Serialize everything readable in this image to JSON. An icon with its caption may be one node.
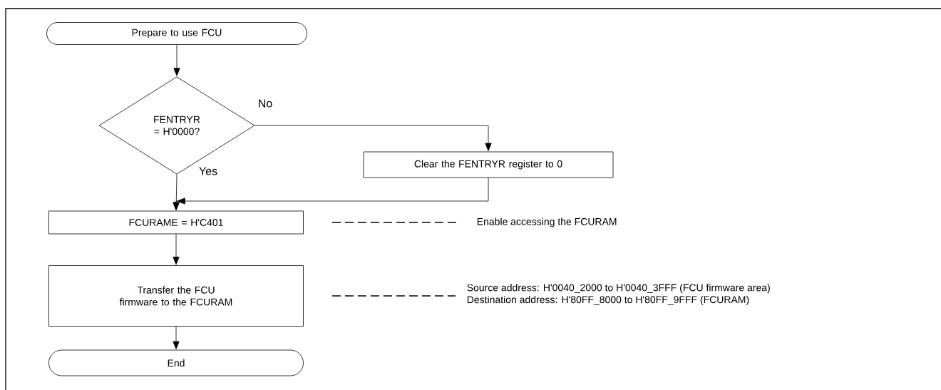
{
  "diagram": {
    "nodes": [
      {
        "text": [
          "Prepare to use FCU"
        ]
      },
      {
        "text": [
          "FENTRYR = H'0000?"
        ]
      },
      {
        "text": [
          "Clear the FENTRYR register to 0"
        ]
      },
      {
        "text": [
          "FCURAME = H'C401"
        ]
      },
      {
        "text": [
          "Transfer the FCU firmware to the FCURAM"
        ]
      },
      {
        "text": [
          "End"
        ]
      },
      {
        "text": [
          "Enable accessing the FCURAM"
        ]
      },
      {
        "text": [
          "Source address: H'0040_2000 to H'0040_3FFF (FCU firmware area)",
          "Destination address: H'80FF_8000 to H'80FF_9FFF (FCURAM)"
        ]
      }
    ],
    "edges": [
      {
        "from": 0,
        "to": 1,
        "arrow": "to"
      },
      {
        "from": 1,
        "to": 2,
        "arrow": "to",
        "label": "No"
      },
      {
        "from": 1,
        "to": 3,
        "arrow": "to",
        "label": "Yes"
      },
      {
        "from": 2,
        "to": 3,
        "arrow": "to"
      },
      {
        "from": 3,
        "to": 4,
        "arrow": "to"
      },
      {
        "from": 4,
        "to": 5,
        "arrow": "to"
      },
      {
        "from": 3,
        "to": 6,
        "arrow": "none",
        "style": "dashed"
      },
      {
        "from": 4,
        "to": 7,
        "arrow": "none",
        "style": "dashed"
      }
    ]
  }
}
